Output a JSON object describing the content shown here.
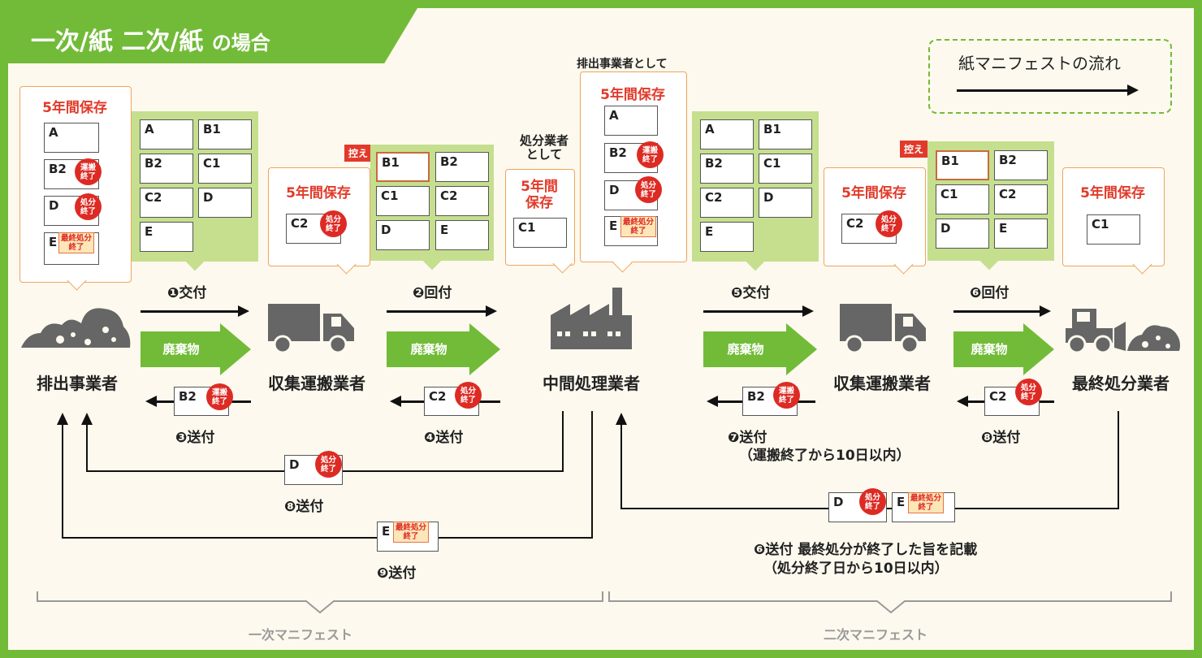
{
  "title": {
    "main": "一次/紙 二次/紙",
    "suffix": "の場合"
  },
  "legend": {
    "label": "紙マニフェストの流れ"
  },
  "entities": {
    "generator": "排出事業者",
    "collector1": "収集運搬業者",
    "intermediate": "中間処理業者",
    "collector2": "収集運搬業者",
    "final": "最終処分業者"
  },
  "keep_label": "5年間保存",
  "keep_label_split": [
    "5年間",
    "保存"
  ],
  "as_processor": [
    "処分業者",
    "として"
  ],
  "as_generator": "排出事業者として",
  "hikae": "控え",
  "waste": "廃棄物",
  "stamps": {
    "transport": "運搬\n終了",
    "disposal": "処分\n終了",
    "final": "最終処分\n終了"
  },
  "slips": {
    "A": "A",
    "B1": "B1",
    "B2": "B2",
    "C1": "C1",
    "C2": "C2",
    "D": "D",
    "E": "E"
  },
  "steps": {
    "s1": "❶交付",
    "s2": "❷回付",
    "s3": "❸送付",
    "s4": "❹送付",
    "s5": "❺交付",
    "s6": "❻回付",
    "s7": "❼送付",
    "s7_note": "（運搬終了から10日以内）",
    "s8a": "❽送付",
    "s8b": "❽送付",
    "s9": "❾送付",
    "s6b": "❻送付 最終処分が終了した旨を記載",
    "s6b_note": "（処分終了日から10日以内）"
  },
  "sections": {
    "primary": "一次マニフェスト",
    "secondary": "二次マニフェスト"
  },
  "colors": {
    "green": "#72bb38",
    "light_green": "#c5df8f",
    "red": "#dd2b24",
    "orange_border": "#f0a45a",
    "background": "#fdf9ee"
  }
}
